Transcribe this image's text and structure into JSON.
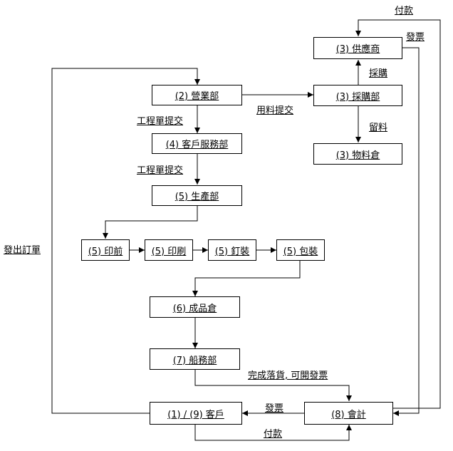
{
  "nodes": {
    "supplier": "(3) 供應商",
    "sales": "(2) 營業部",
    "purchasing": "(3) 採購部",
    "materials_warehouse": "(3) 物料倉",
    "customer_service": "(4) 客戶服務部",
    "production": "(5) 生產部",
    "prepress": "(5) 印前",
    "printing": "(5) 印刷",
    "binding": "(5) 釘裝",
    "packaging": "(5) 包裝",
    "finished_goods": "(6) 成品倉",
    "shipping": "(7) 船務部",
    "customer": "(1) / (9) 客戶",
    "accounting": "(8) 會計"
  },
  "edge_labels": {
    "payment_top": "付款",
    "invoice_top": "發票",
    "purchase": "採購",
    "material_request": "用料提交",
    "store_material": "留料",
    "work_order_1": "工程單提交",
    "work_order_2": "工程單提交",
    "place_order": "發出訂單",
    "delivery_complete": "完成落貨, 可開發票",
    "invoice_bottom": "發票",
    "payment_bottom": "付款"
  }
}
